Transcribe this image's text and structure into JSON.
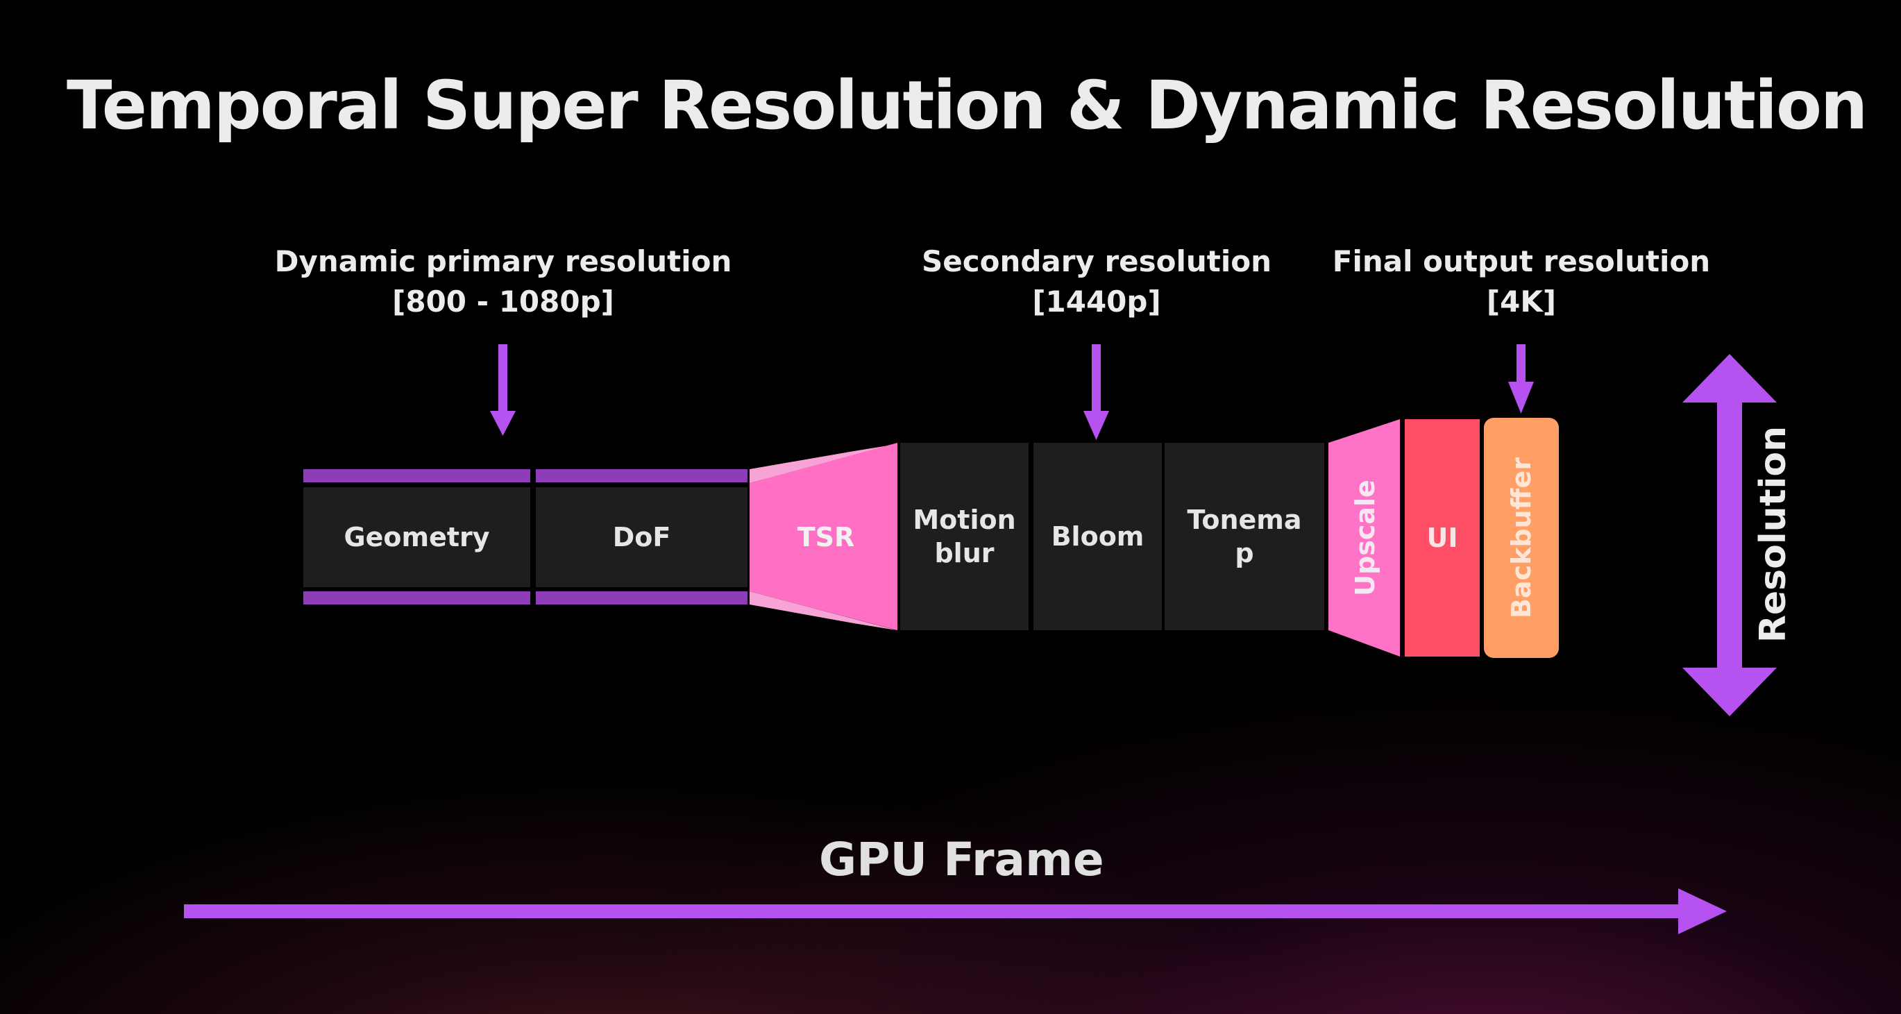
{
  "title": "Temporal Super Resolution & Dynamic Resolution",
  "resolution_labels": [
    {
      "line1": "Dynamic primary resolution",
      "line2": "[800 - 1080p]"
    },
    {
      "line1": "Secondary resolution",
      "line2": "[1440p]"
    },
    {
      "line1": "Final output resolution",
      "line2": "[4K]"
    }
  ],
  "stages": {
    "geometry": "Geometry",
    "dof": "DoF",
    "tsr": "TSR",
    "motion_blur_1": "Motion",
    "motion_blur_2": "blur",
    "bloom": "Bloom",
    "tonemap_1": "Tonema",
    "tonemap_2": "p",
    "upscale": "Upscale",
    "ui": "UI",
    "backbuffer": "Backbuffer"
  },
  "axis": {
    "horizontal": "GPU Frame",
    "vertical": "Resolution"
  },
  "colors": {
    "purple_arrow": "#b653f0",
    "purple_band": "#8d3db8",
    "stage_dark": "#1e1e1e",
    "tsr_pink": "#ff6fc4",
    "upscale_pink": "#ff73c6",
    "ui_red": "#ff4f66",
    "backbuffer_orange": "#ff9f66"
  }
}
